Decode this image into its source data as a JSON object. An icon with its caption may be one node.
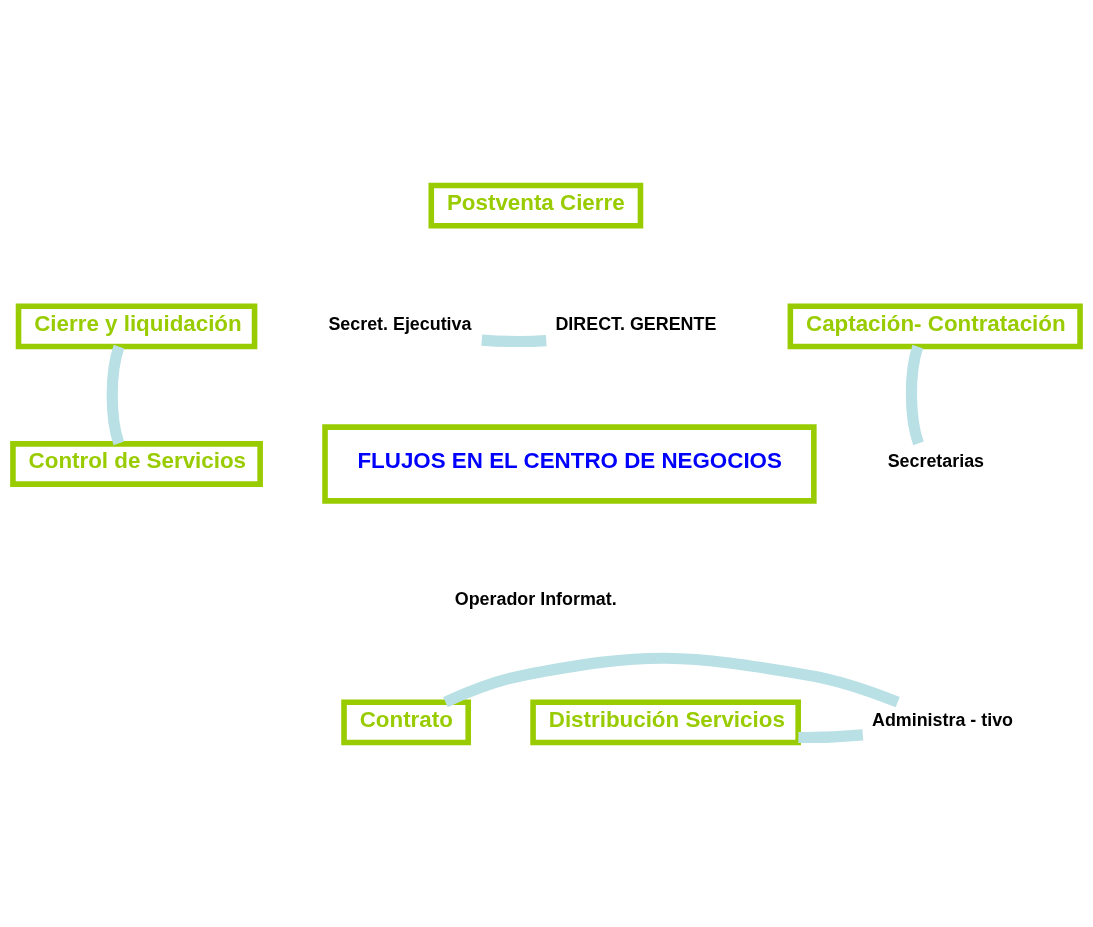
{
  "diagram": {
    "nodes": [
      {
        "text": [
          "Postventa Cierre"
        ]
      },
      {
        "text": [
          "Secret. Ejecutiva"
        ]
      },
      {
        "text": [
          "Cierre y liquidación"
        ]
      },
      {
        "text": [
          "DIRECT. GERENTE"
        ]
      },
      {
        "text": [
          "Captación- Contratación"
        ]
      },
      {
        "text": [
          "FLUJOS EN EL CENTRO DE NEGOCIOS"
        ]
      },
      {
        "text": [
          "Control de Servicios"
        ]
      },
      {
        "text": [
          "Operador Informat."
        ]
      },
      {
        "text": [
          "Secretarias"
        ]
      },
      {
        "text": [
          "Contrato"
        ]
      },
      {
        "text": [
          "Distribución Servicios"
        ]
      },
      {
        "text": [
          "Administra - tivo"
        ]
      }
    ],
    "edges": [
      {
        "from": 1,
        "to": 3,
        "arrow": "none",
        "color": "#b9e0e4"
      },
      {
        "from": 4,
        "to": 8,
        "arrow": "none",
        "color": "#b9e0e4"
      },
      {
        "from": 2,
        "to": 6,
        "arrow": "none",
        "color": "#b9e0e4"
      },
      {
        "from": 9,
        "to": 11,
        "arrow": "none",
        "color": "#b9e0e4"
      },
      {
        "from": 10,
        "to": 11,
        "arrow": "none",
        "color": "#b9e0e4"
      }
    ]
  }
}
